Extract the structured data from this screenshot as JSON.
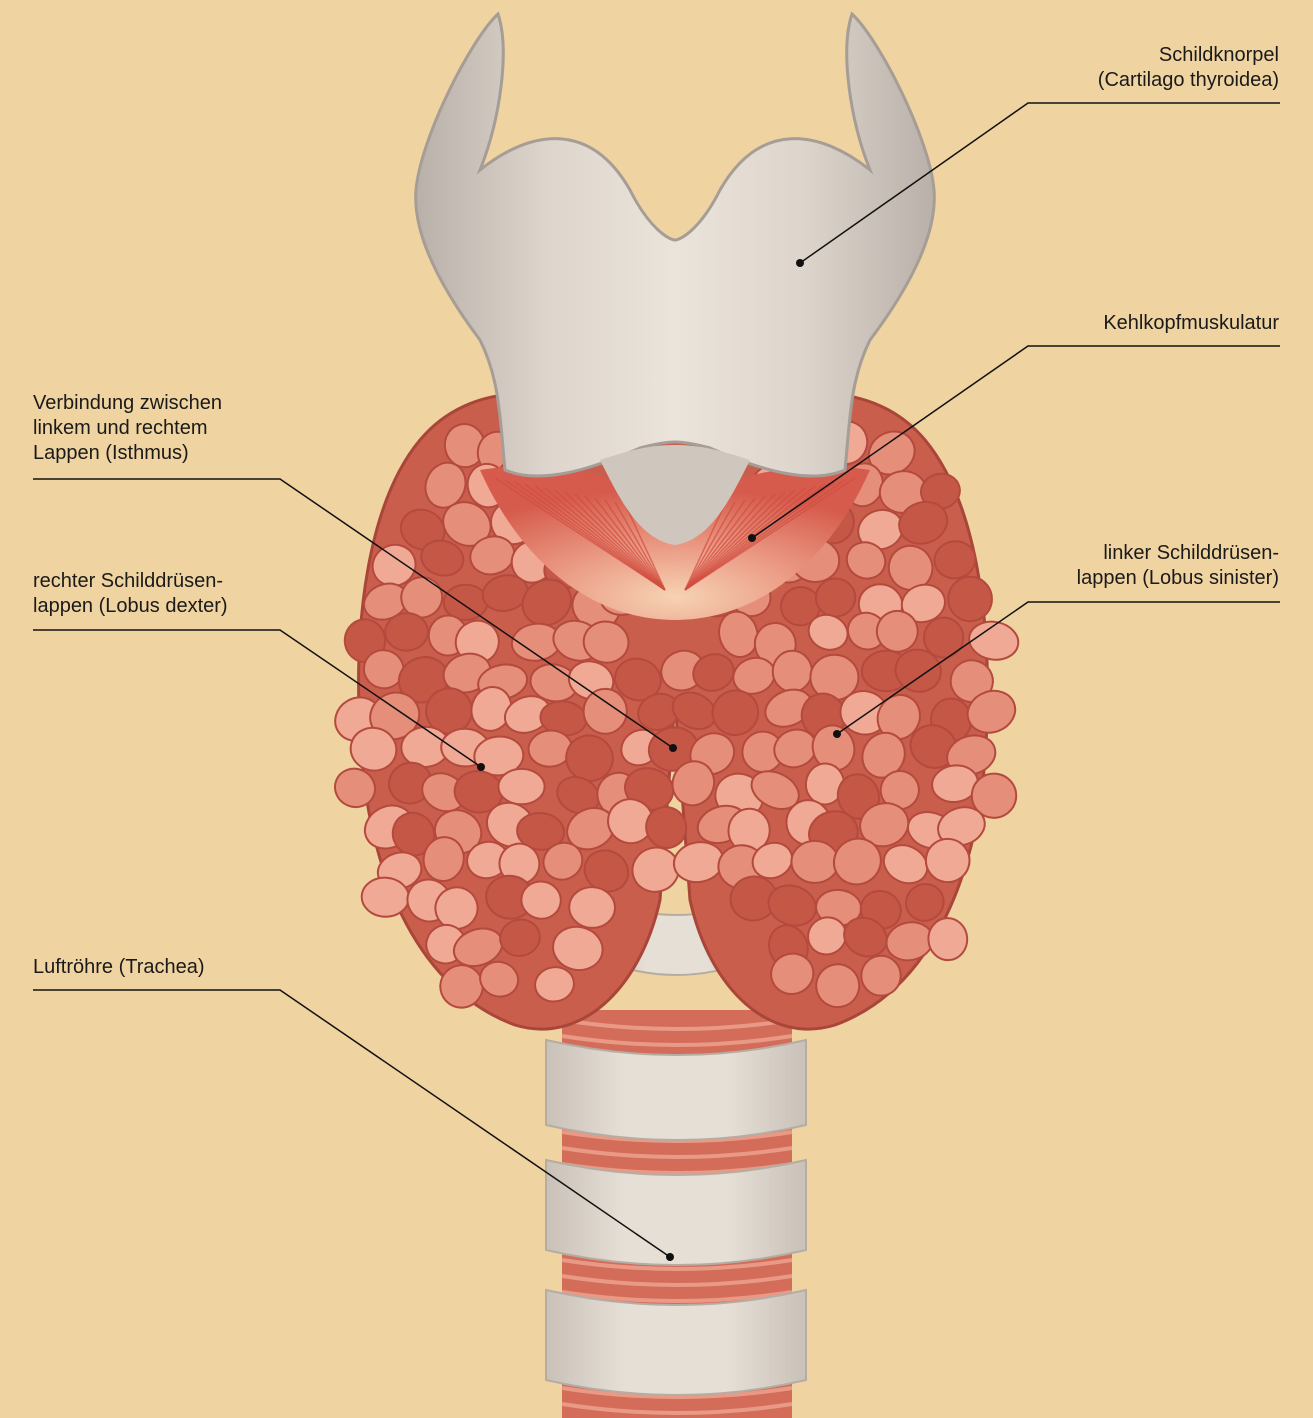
{
  "colors": {
    "background": "#efd3a0",
    "cartilage_light": "#e6dfd6",
    "cartilage_shadow": "#bdb5ad",
    "cartilage_outline": "#a59d96",
    "gland_base": "#d46b57",
    "gland_lobule": "#e58f7a",
    "gland_lobule_light": "#f0a995",
    "gland_outline": "#b44a3d",
    "gland_dark": "#c55747",
    "muscle": "#e07565",
    "muscle_light": "#f4c6a8",
    "trachea_ring": "#e4ddd4",
    "trachea_muscle": "#d46c5a",
    "leader_line": "#111111"
  },
  "labels": {
    "thyroid_cartilage": "Schildknorpel\n(Cartilago thyroidea)",
    "laryngeal_muscles": "Kehlkopfmuskulatur",
    "isthmus": "Verbindung zwischen\nlinkem und rechtem\nLappen (Isthmus)",
    "left_lobe": "linker Schilddrüsen-\nlappen (Lobus sinister)",
    "right_lobe": "rechter Schilddrüsen-\nlappen (Lobus dexter)",
    "trachea": "Luftröhre (Trachea)"
  }
}
